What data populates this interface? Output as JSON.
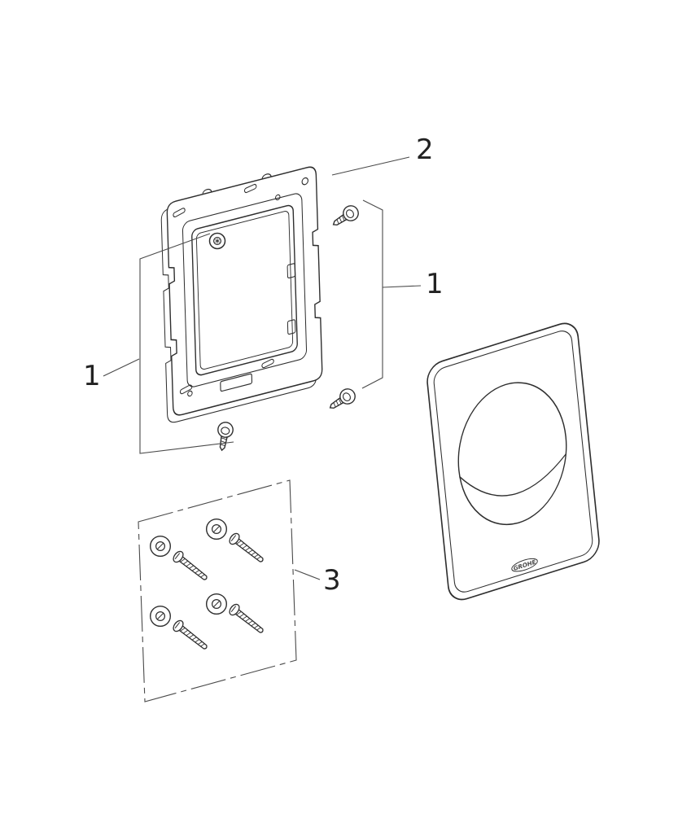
{
  "page": {
    "background": "#ffffff"
  },
  "diagram": {
    "type": "exploded-parts-diagram",
    "line_color": "#2e2e2e",
    "callout_line_color": "#4a4a4a",
    "label_color": "#222222",
    "callouts": {
      "screws_left": {
        "label": "1"
      },
      "screws_right": {
        "label": "1"
      },
      "mounting_frame": {
        "label": "2"
      },
      "screw_washer_set": {
        "label": "3"
      }
    },
    "logo": {
      "text": "GROHE"
    }
  }
}
